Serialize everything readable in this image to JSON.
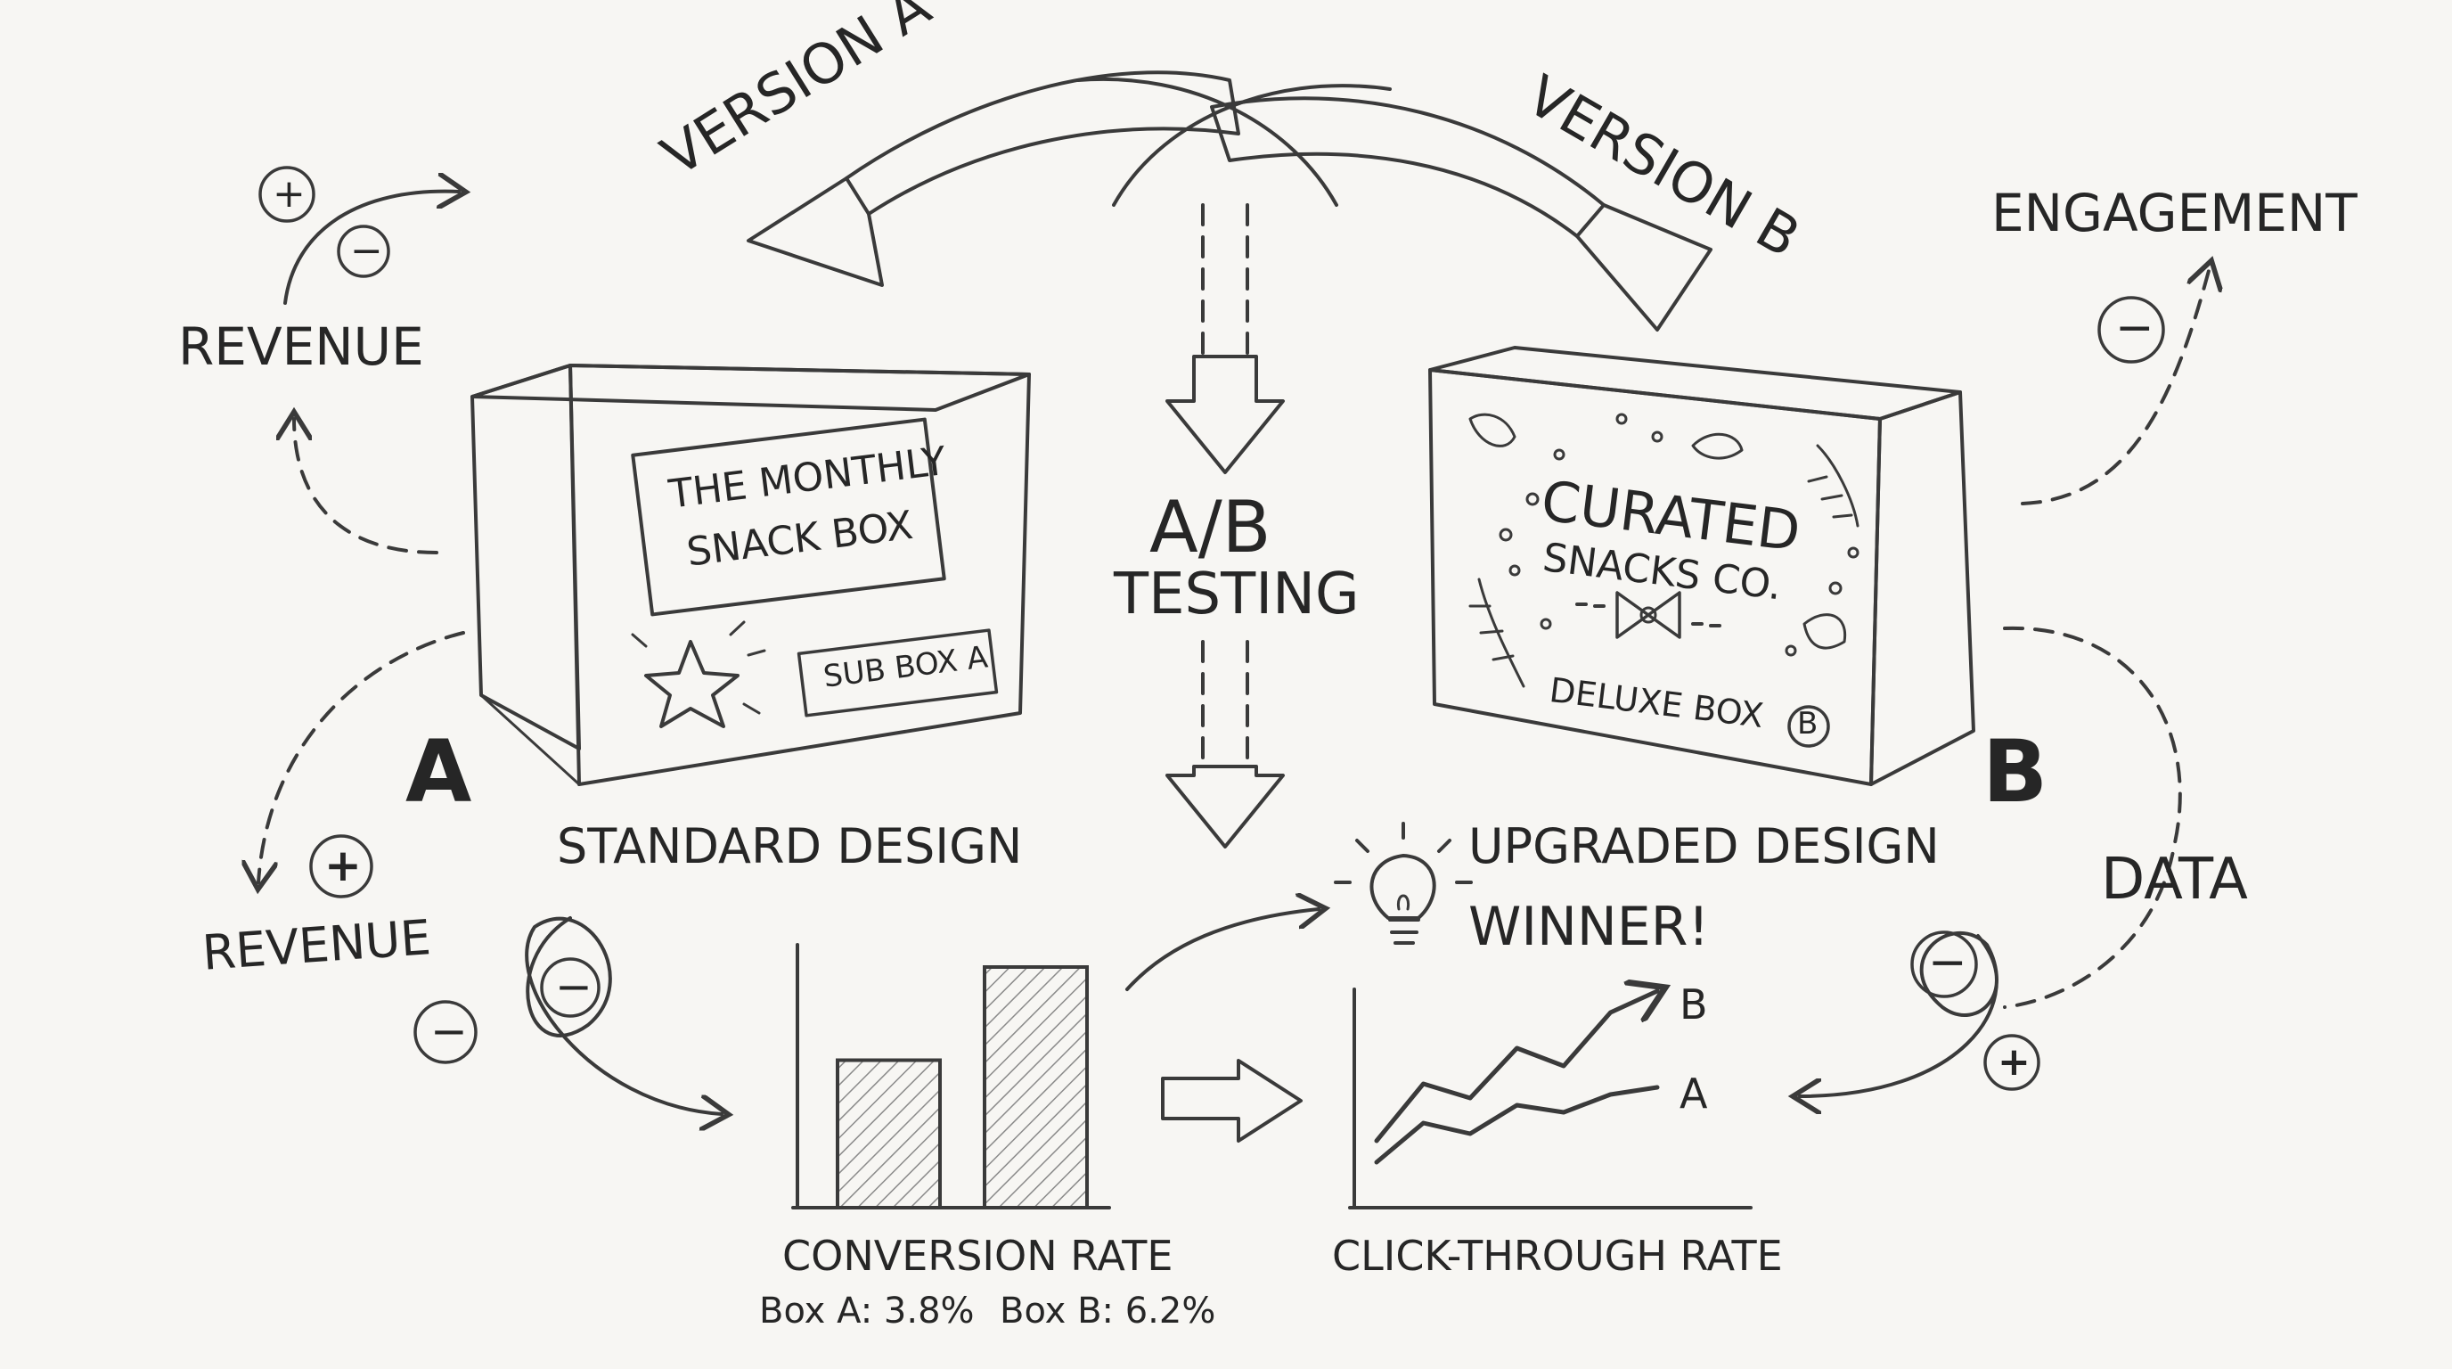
{
  "diagram": {
    "center": {
      "line1": "A/B",
      "line2": "TESTING"
    },
    "version_a": {
      "label": "VERSION A"
    },
    "version_b": {
      "label": "VERSION B"
    },
    "box_a": {
      "panel_line1": "THE MONTHLY",
      "panel_line2": "SNACK BOX",
      "tag": "SUB BOX A",
      "letter": "A",
      "caption": "STANDARD DESIGN"
    },
    "box_b": {
      "panel_line1": "CURATED",
      "panel_line2": "SNACKS CO.",
      "tag": "DELUXE BOX",
      "tag_badge": "B",
      "letter": "B",
      "caption": "UPGRADED DESIGN"
    },
    "winner": "WINNER!",
    "side_labels": {
      "revenue_top": "REVENUE",
      "revenue_bottom": "REVENUE",
      "engagement": "ENGAGEMENT",
      "data": "DATA"
    },
    "signs": {
      "plus": "+",
      "minus": "−"
    },
    "bar_chart": {
      "title": "CONVERSION RATE",
      "values_note_a": "Box A: 3.8%",
      "values_note_b": "Box B: 6.2%"
    },
    "line_chart": {
      "title": "CLICK-THROUGH RATE",
      "label_b": "B",
      "label_a": "A"
    },
    "colors": {
      "ink": "#262626",
      "paper": "#f7f6f3",
      "hatch": "#8a8a8a"
    },
    "icons": [
      "lightbulb-icon",
      "star-icon",
      "bowtie-icon",
      "leaf-icon"
    ]
  },
  "chart_data": [
    {
      "type": "bar",
      "categories": [
        "Box A",
        "Box B"
      ],
      "values": [
        3.8,
        6.2
      ],
      "title": "CONVERSION RATE"
    },
    {
      "type": "line",
      "title": "CLICK-THROUGH RATE",
      "series": [
        {
          "name": "B",
          "values": [
            1,
            2.6,
            2.2,
            3.6,
            3.1,
            4.6,
            5.2
          ]
        },
        {
          "name": "A",
          "values": [
            0.4,
            1.5,
            1.2,
            2.0,
            1.8,
            2.3,
            2.5
          ]
        }
      ]
    }
  ]
}
